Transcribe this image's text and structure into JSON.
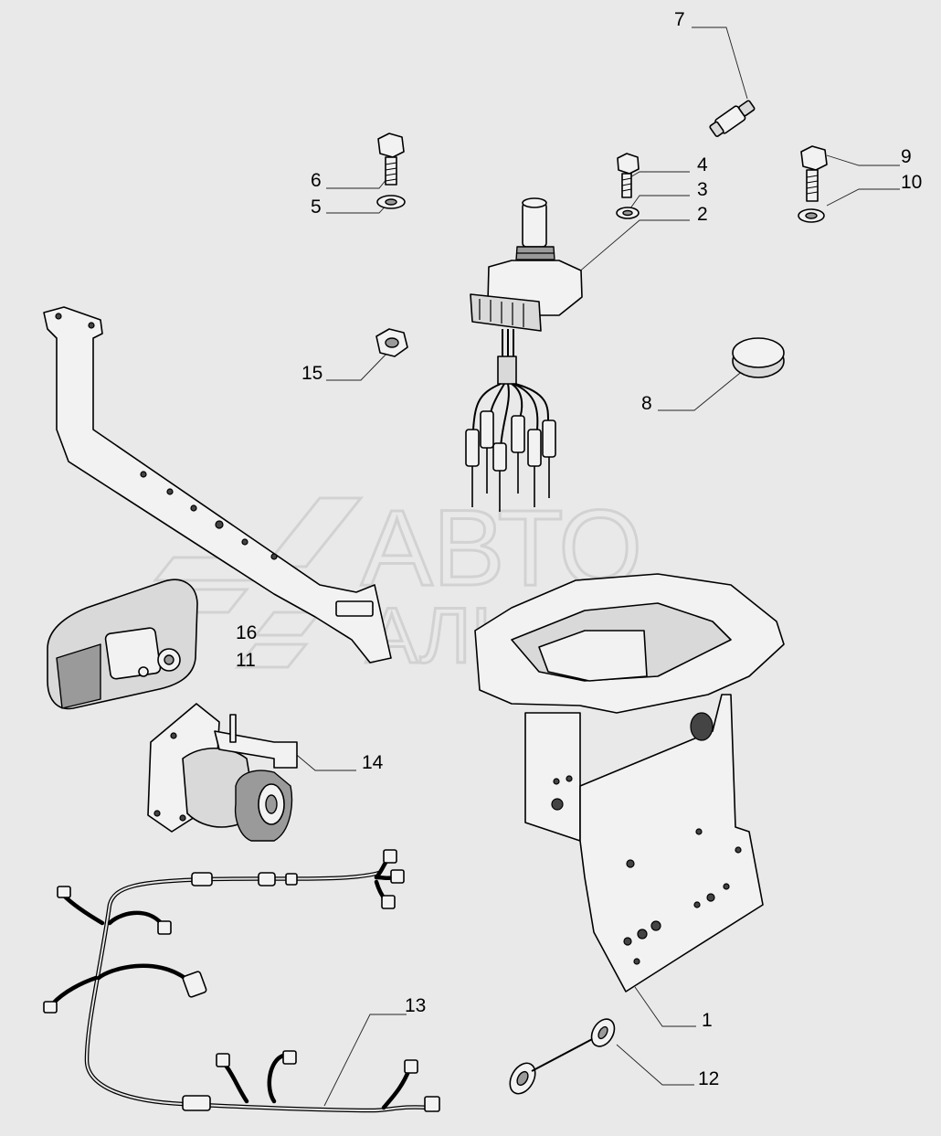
{
  "diagram": {
    "watermark": {
      "line1": "АВТО",
      "line2": "АЛЬЯНС"
    },
    "callouts": [
      {
        "id": "c1",
        "label": "1"
      },
      {
        "id": "c2",
        "label": "2"
      },
      {
        "id": "c3",
        "label": "3"
      },
      {
        "id": "c4",
        "label": "4"
      },
      {
        "id": "c5",
        "label": "5"
      },
      {
        "id": "c6",
        "label": "6"
      },
      {
        "id": "c7",
        "label": "7"
      },
      {
        "id": "c8",
        "label": "8"
      },
      {
        "id": "c9",
        "label": "9"
      },
      {
        "id": "c10",
        "label": "10"
      },
      {
        "id": "c11",
        "label": "11"
      },
      {
        "id": "c12",
        "label": "12"
      },
      {
        "id": "c13",
        "label": "13"
      },
      {
        "id": "c14",
        "label": "14"
      },
      {
        "id": "c15",
        "label": "15"
      },
      {
        "id": "c16",
        "label": "16"
      }
    ],
    "colors": {
      "background": "#e9e9e9",
      "line": "#000000",
      "watermark": "#d2d2d2"
    }
  }
}
